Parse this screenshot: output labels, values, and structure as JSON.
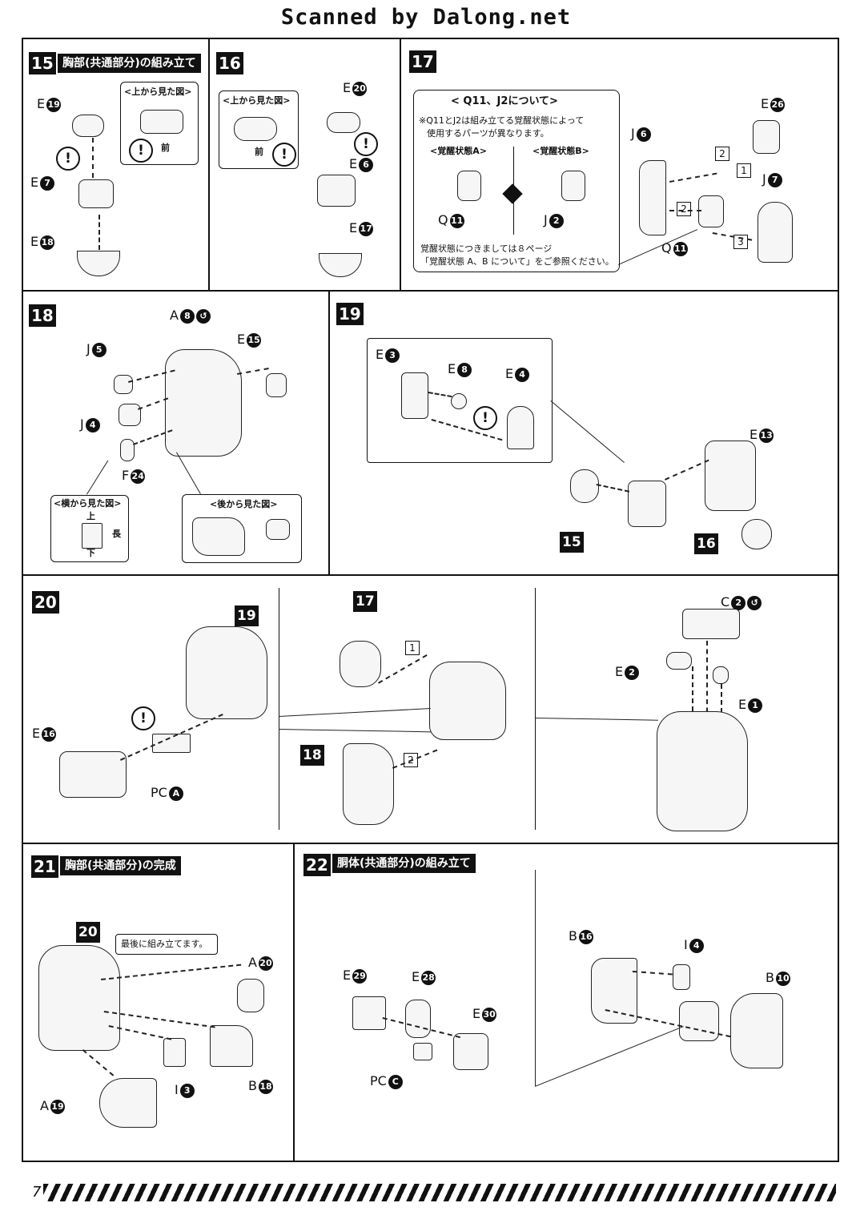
{
  "header": {
    "title": "Scanned by Dalong.net"
  },
  "page_number": "7",
  "steps": {
    "s15": {
      "num": "15",
      "title": "胸部(共通部分)の組み立て",
      "view_label": "<上から見た図>",
      "front": "前",
      "parts": [
        {
          "letter": "E",
          "num": "19"
        },
        {
          "letter": "E",
          "num": "7"
        },
        {
          "letter": "E",
          "num": "18"
        }
      ]
    },
    "s16": {
      "num": "16",
      "view_label": "<上から見た図>",
      "front": "前",
      "parts": [
        {
          "letter": "E",
          "num": "20"
        },
        {
          "letter": "E",
          "num": "6"
        },
        {
          "letter": "E",
          "num": "17"
        }
      ]
    },
    "s17": {
      "num": "17",
      "box_title": "< Q11、J2について>",
      "box_note": [
        "※Q11とJ2は組み立てる覚醒状態によって",
        "使用するパーツが異なります。"
      ],
      "state_a": "<覚醒状態A>",
      "state_b": "<覚醒状態B>",
      "box_footer": [
        "覚醒状態につきましては８ページ",
        "「覚醒状態 A、B について」をご参照ください。"
      ],
      "parts": [
        {
          "letter": "Q",
          "num": "11"
        },
        {
          "letter": "J",
          "num": "2"
        },
        {
          "letter": "J",
          "num": "6"
        },
        {
          "letter": "E",
          "num": "26"
        },
        {
          "letter": "J",
          "num": "7"
        },
        {
          "letter": "Q",
          "num": "11"
        }
      ],
      "seq": [
        "1",
        "2",
        "2",
        "3"
      ]
    },
    "s18": {
      "num": "18",
      "side_view": "<横から見た図>",
      "back_view": "<後から見た図>",
      "top": "上",
      "bottom": "下",
      "long": "長",
      "parts": [
        {
          "letter": "A",
          "num": "8"
        },
        {
          "letter": "J",
          "num": "5"
        },
        {
          "letter": "E",
          "num": "15"
        },
        {
          "letter": "J",
          "num": "4"
        },
        {
          "letter": "F",
          "num": "24"
        }
      ]
    },
    "s19": {
      "num": "19",
      "parts": [
        {
          "letter": "E",
          "num": "3"
        },
        {
          "letter": "E",
          "num": "8"
        },
        {
          "letter": "E",
          "num": "4"
        },
        {
          "letter": "E",
          "num": "13"
        }
      ],
      "refs": [
        "15",
        "16"
      ]
    },
    "s20": {
      "num": "20",
      "refs": [
        "19",
        "17",
        "18"
      ],
      "parts": [
        {
          "letter": "E",
          "num": "16"
        },
        {
          "letter": "PC",
          "num": "A"
        },
        {
          "letter": "C",
          "num": "2"
        },
        {
          "letter": "E",
          "num": "2"
        },
        {
          "letter": "E",
          "num": "1"
        }
      ],
      "seq": [
        "1",
        "2"
      ]
    },
    "s21": {
      "num": "21",
      "title": "胸部(共通部分)の完成",
      "ref": "20",
      "callout": "最後に組み立てます。",
      "parts": [
        {
          "letter": "A",
          "num": "20"
        },
        {
          "letter": "I",
          "num": "3"
        },
        {
          "letter": "B",
          "num": "18"
        },
        {
          "letter": "A",
          "num": "19"
        }
      ]
    },
    "s22": {
      "num": "22",
      "title": "胴体(共通部分)の組み立て",
      "parts": [
        {
          "letter": "E",
          "num": "29"
        },
        {
          "letter": "E",
          "num": "28"
        },
        {
          "letter": "E",
          "num": "30"
        },
        {
          "letter": "PC",
          "num": "C"
        },
        {
          "letter": "B",
          "num": "16"
        },
        {
          "letter": "I",
          "num": "4"
        },
        {
          "letter": "B",
          "num": "10"
        }
      ]
    }
  }
}
